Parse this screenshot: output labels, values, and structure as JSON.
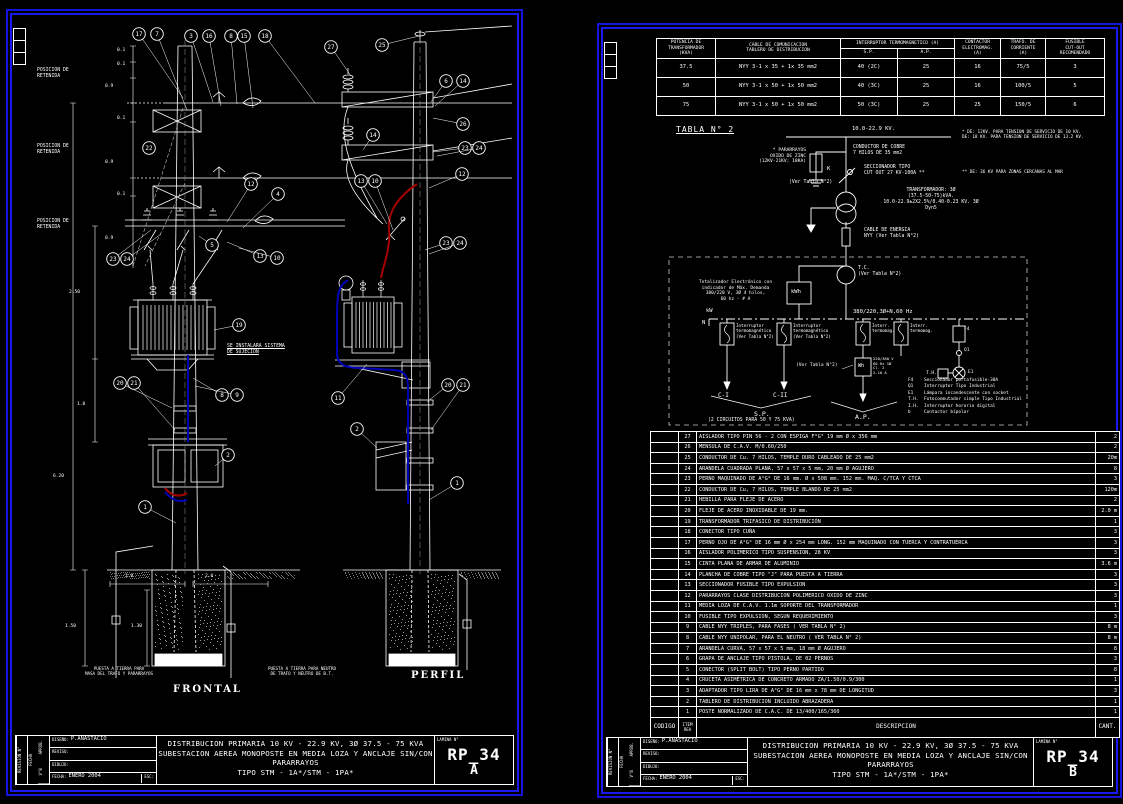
{
  "left_sheet": {
    "drawing": {
      "retenida": "POSICION DE\nRETENIDA",
      "sujecion_note": "SE INSTALARA SISTEMA\nDE SUJECION",
      "ground_note_left": "PUESTA A TIERRA PARA\nMASA DEL TRAFO Y PARARRAYOS",
      "ground_note_right": "PUESTA A TIERRA PARA NEUTRO\nDE TRAFO Y NEUTRO DE B.T.",
      "view_frontal": "FRONTAL",
      "view_perfil": "PERFIL",
      "dims": [
        "0.1",
        "0.1",
        "0.9",
        "0.1",
        "0.9",
        "0.1",
        "0.9",
        "2.50",
        "1.0",
        "6.20",
        "1.50",
        "1.30",
        "2.0",
        "2.0"
      ],
      "frontal_balloons": [
        "17",
        "7",
        "3",
        "16",
        "8",
        "15",
        "18",
        "22",
        "12",
        "4",
        "5",
        "23",
        "24",
        "13",
        "10",
        "19",
        "20",
        "21",
        "8",
        "9",
        "2",
        "1"
      ],
      "perfil_balloons": [
        "27",
        "25",
        "6",
        "14",
        "26",
        "14",
        "23",
        "24",
        "13",
        "10",
        "12",
        "23",
        "24",
        "11",
        "20",
        "21",
        "2",
        "1"
      ]
    },
    "title_block": {
      "revision": "REVISION N°",
      "fecha": "FECHA",
      "aprob": "APROB.",
      "vb": "V°B",
      "diseno_label": "DISEÑO:",
      "diseno": "P.ANASTACIO",
      "reviso_label": "REVISO:",
      "dibujo_label": "DIBUJO:",
      "fecha_label": "FECHA:",
      "fecha_value": "ENERO 2004",
      "esc_label": "ESC:",
      "title": "DISTRIBUCION PRIMARIA 10 KV - 22.9 KV, 3Ø 37.5 - 75 KVA\nSUBESTACION AEREA MONOPOSTE EN MEDIA LOZA Y ANCLAJE SIN/CON\nPARARRAYOS\nTIPO STM - 1A*/STM - 1PA*",
      "lamina": "LAMINA N°",
      "code": "RP_34",
      "letter": "A"
    }
  },
  "right_sheet": {
    "table_title": "TABLA N° 2",
    "spec_table": {
      "headers": {
        "potencia": "POTENCIA DE\nTRANSFORMADOR\n(KVA)",
        "cable": "CABLE DE COMUNICACION\nTABLERO DE DISTRIBUCION",
        "interruptor": "INTERRUPTOR TERMOMAGNETICO (A)",
        "sp": "S.P.",
        "ap": "A.P.",
        "contactor": "CONTACTOR\nELECTROMAG.\n(A)",
        "trafo": "TRAFO. DE\nCORRIENTE\n(A)",
        "fusible": "FUSIBLE\nCUT-OUT\nRECOMENDADO"
      },
      "rows": [
        [
          "37.5",
          "NYY 3-1 x 35 + 1x 35   mm2",
          "40 (2C)",
          "25",
          "16",
          "75/5",
          "3"
        ],
        [
          "50",
          "NYY 3-1 x 50 + 1x 50   mm2",
          "40 (3C)",
          "25",
          "16",
          "100/5",
          "5"
        ],
        [
          "75",
          "NYY 3-1 x 50 + 1x 50   mm2",
          "50 (3C)",
          "25",
          "25",
          "150/5",
          "6"
        ]
      ]
    },
    "sld": {
      "bus_mv": "10.0-22.9 KV.",
      "pararrayos": "* PARARRAYOS\nOXIDO DE ZINC\n(12KV-21KV; 10KA)",
      "k": "K",
      "ver_tabla": "(Ver Tabla N°2)",
      "conductor": "CONDUCTOR DE COBRE\n7 HILOS DE 35 mm2",
      "seccionador": "SECCIONADOR TIPO\nCUT OUT 27 KV-100A **",
      "transformador": "TRANSFORMADOR: 3Ø\n(37.5-50-75)kVA.\n10.0-22.9±2X2.5%/0.40-0.23 KV. 3Ø\nDyn5",
      "cable": "CABLE DE ENERGIA\nNYY (Ver Tabla N°2)",
      "totalizador": "Totalizador Electrónico con\nindicador de Máx. Demanda\n380/220 V, 3Ø 4 hilos,\n60 hz - # A",
      "kw": "kW",
      "kwh": "kWh",
      "tc": "T.C.\n(Ver Tabla N°2)",
      "bus_lv": "380/220,3Ø+N,60 Hz",
      "n": "N",
      "breaker_note": "Interruptor\ntermomagnético\n(Ver Tabla N°2)",
      "breaker_note_ap": "Interr.\ntermomag.",
      "wh": "Wh",
      "wh_note": "220/380 V\n60 Hz 1Ø\nCl. 2\n2-10 A",
      "ver_tabla_wh": "(Ver Tabla N°2)",
      "ci": "C-I",
      "cii": "C-II",
      "sp": "S.P.",
      "sp_note": "(2 CIRCUITOS PARA 50 Y 75 KVA)",
      "ap": "A.P."
    },
    "legend": [
      {
        "sym": "F4",
        "text": "Seccionador portafusible-30A"
      },
      {
        "sym": "Q1",
        "text": "Interruptor Tipo Industrial"
      },
      {
        "sym": "E1",
        "text": "Lámpara incandescente con socket"
      },
      {
        "sym": "T.H.",
        "text": "Fotoconmutador simple Tipo Industrial"
      },
      {
        "sym": "I.H.",
        "text": "Interruptor horario digital"
      },
      {
        "sym": "b",
        "text": "Contactor bipolar"
      }
    ],
    "notes": {
      "note1": "* DE: 12KV. PARA TENSION DE SERVICIO DE 10 KV.\n  DE: 18 KV. PARA TENSION DE SERVICIO DE 13.2 KV.",
      "note2": "** DE: 36 KV PARA ZONAS CERCANAS AL MAR"
    },
    "items_table": {
      "footer": {
        "codigo": "CODIGO",
        "item": "ITEM\nREA",
        "desc": "DESCRIPCION",
        "cant": "CANT."
      },
      "rows": [
        {
          "item": "27",
          "desc": "AISLADOR TIPO PIN 56 - 2  CON ESPIGA F°G° 19 mm Ø  x  356 mm",
          "qty": "2"
        },
        {
          "item": "26",
          "desc": "MENSULA DE C.A.V. M/0.60/250",
          "qty": "2"
        },
        {
          "item": "25",
          "desc": "CONDUCTOR DE Cu. 7 HILOS,  TEMPLE DURO CABLEADO DE 25 mm2",
          "qty": "20m"
        },
        {
          "item": "24",
          "desc": "ARANDELA CUADRADA PLANA,  57 x 57  x 5 mm, 20 mm Ø AGUJERO",
          "qty": "8"
        },
        {
          "item": "23",
          "desc": "PERNO MAQUINADO DE A°G° DE 16 mm. Ø x 508 mm. 152 mm. MAQ. C/TCA Y CTCA",
          "qty": "3"
        },
        {
          "item": "22",
          "desc": "CONDUCTOR DE Cu, 7 HILOS,  TEMPLE BLANDO DE 25 mm2",
          "qty": "120m"
        },
        {
          "item": "21",
          "desc": "HEBILLA PARA FLEJE DE ACERO",
          "qty": "2"
        },
        {
          "item": "20",
          "desc": "FLEJE DE ACERO INOXIDABLE DE 19 mm.",
          "qty": "2.0 m"
        },
        {
          "item": "19",
          "desc": "TRANSFORMADOR TRIFASICO DE DISTRIBUCIÓN",
          "qty": "1"
        },
        {
          "item": "18",
          "desc": "CONECTOR TIPO CUÑA",
          "qty": "3"
        },
        {
          "item": "17",
          "desc": "PERNO OJO DE A°G° DE 16 mm Ø x 254 mm LONG. 152 mm MAQUINADO CON TUERCA Y CONTRATUERCA",
          "qty": "3"
        },
        {
          "item": "16",
          "desc": "AISLADOR POLIMERICO TIPO SUSPENSION,  28 KV",
          "qty": "3"
        },
        {
          "item": "15",
          "desc": "CINTA PLANA DE ARMAR DE ALUMINIO",
          "qty": "3.6 m"
        },
        {
          "item": "14",
          "desc": "PLANCHA DE COBRE TIPO \"J\" PARA PUESTA A TIERRA",
          "qty": "3"
        },
        {
          "item": "13",
          "desc": "SECCIONADOR FUSIBLE TIPO EXPULSION",
          "qty": "3"
        },
        {
          "item": "12",
          "desc": "PARARRAYOS CLASE DISTRIBUCION POLIMERICO OXIDO DE ZINC",
          "qty": "3"
        },
        {
          "item": "11",
          "desc": "MEDIA LOZA DE C.A.V. 1.1m SOPORTE DEL TRANSFORMADOR",
          "qty": "1"
        },
        {
          "item": "10",
          "desc": "FUSIBLE TIPO EXPULSION, SEGUN REQUERIMIENTO",
          "qty": "3"
        },
        {
          "item": "9",
          "desc": "CABLE NYY TRIPLES, PARA FASES ( VER TABLA N° 2)",
          "qty": "8 m"
        },
        {
          "item": "8",
          "desc": "CABLE NYY UNIPOLAR, PARA EL NEUTRO ( VER TABLA N° 2)",
          "qty": "8 m"
        },
        {
          "item": "7",
          "desc": "ARANDELA CURVA, 57 x 57  x 5 mm, 18 mm Ø AGUJERO",
          "qty": "8"
        },
        {
          "item": "6",
          "desc": "GRAPA DE ANCLAJE TIPO PISTOLA, DE 02 PERNOS",
          "qty": "3"
        },
        {
          "item": "5",
          "desc": "CONECTOR (SPLIT BOLT)  TIPO PERNO PARTIDO",
          "qty": "8"
        },
        {
          "item": "4",
          "desc": "CRUCETA ASIMÉTRICA DE CONCRETO ARMADO ZA/1.50/0.9/300",
          "qty": "1"
        },
        {
          "item": "3",
          "desc": "ADAPTADOR TIPO LIRA DE A°G° DE 16 mm x 78 mm DE LONGITUD",
          "qty": "3"
        },
        {
          "item": "2",
          "desc": "TABLERO DE DISTRIBUCION INCLUIDO ABRAZADERA",
          "qty": "1"
        },
        {
          "item": "1",
          "desc": "POSTE NORMALIZADO DE C.A.C. DE 13/400/165/360",
          "qty": "1"
        }
      ]
    },
    "title_block": {
      "revision": "REVISION N°",
      "fecha": "FECHA",
      "aprob": "APROB.",
      "vb": "V°B",
      "diseno_label": "DISEÑO:",
      "diseno": "P.ANASTACIO",
      "reviso_label": "REVISO:",
      "dibujo_label": "DIBUJO:",
      "fecha_label": "FECHA:",
      "fecha_value": "ENERO 2004",
      "esc_label": "ESC:",
      "title": "DISTRIBUCION PRIMARIA 10 KV - 22.9 KV, 3Ø 37.5 - 75 KVA\nSUBESTACION AEREA MONOPOSTE EN MEDIA LOZA Y ANCLAJE SIN/CON\nPARARRAYOS\nTIPO STM - 1A*/STM - 1PA*",
      "lamina": "LAMINA N°",
      "code": "RP_34",
      "letter": "B"
    }
  },
  "colors": {
    "frame_blue": "#1414dd",
    "line_white": "#ffffff",
    "mv_cable_red": "#a50000",
    "lv_cable_blue": "#0000b8"
  }
}
